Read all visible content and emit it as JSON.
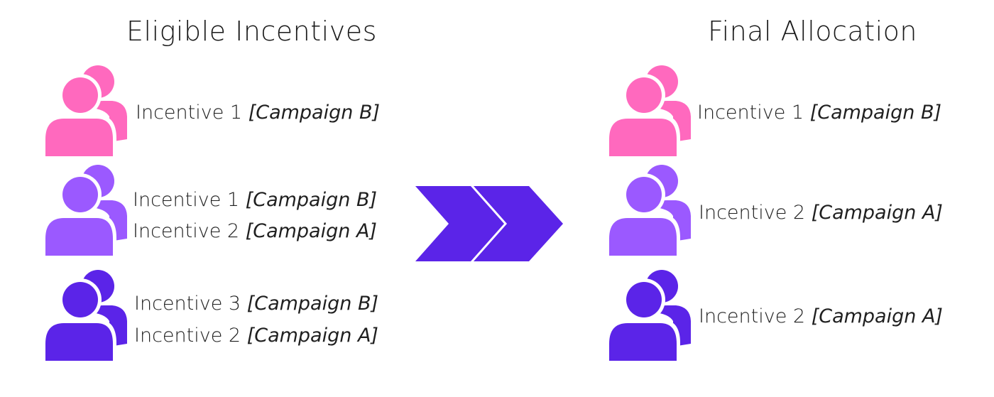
{
  "left": {
    "title": "Eligible Incentives",
    "groups": [
      {
        "color": "#ff69be",
        "lines": [
          {
            "incentive": "Incentive 1",
            "campaign": "[Campaign B]"
          }
        ]
      },
      {
        "color": "#9b59ff",
        "lines": [
          {
            "incentive": "Incentive 1",
            "campaign": "[Campaign B]"
          },
          {
            "incentive": "Incentive 2",
            "campaign": "[Campaign A]"
          }
        ]
      },
      {
        "color": "#5b24e8",
        "lines": [
          {
            "incentive": "Incentive 3",
            "campaign": "[Campaign B]"
          },
          {
            "incentive": "Incentive 2",
            "campaign": "[Campaign A]"
          }
        ]
      }
    ]
  },
  "right": {
    "title": "Final Allocation",
    "groups": [
      {
        "color": "#ff69be",
        "lines": [
          {
            "incentive": "Incentive 1",
            "campaign": "[Campaign B]"
          }
        ]
      },
      {
        "color": "#9b59ff",
        "lines": [
          {
            "incentive": "Incentive 2",
            "campaign": "[Campaign A]"
          }
        ]
      },
      {
        "color": "#5b24e8",
        "lines": [
          {
            "incentive": "Incentive 2",
            "campaign": "[Campaign A]"
          }
        ]
      }
    ]
  },
  "arrow_color": "#5b24e8",
  "icon": "people-group-icon"
}
